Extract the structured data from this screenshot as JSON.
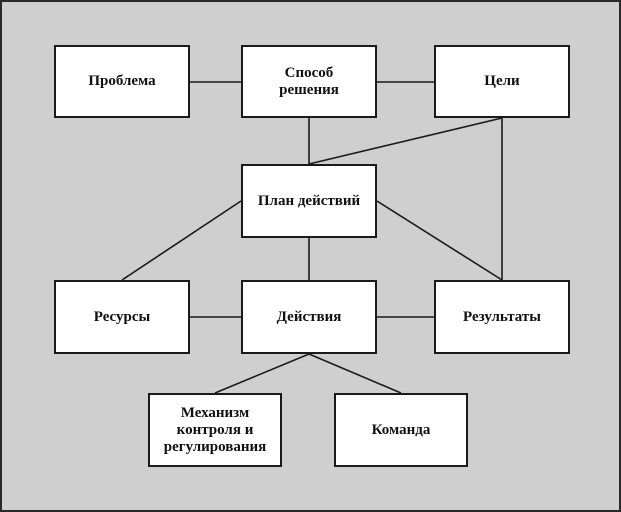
{
  "nodes": {
    "problem": "Проблема",
    "method": "Способ\nрешения",
    "goals": "Цели",
    "plan": "План действий",
    "resources": "Ресурсы",
    "actions": "Действия",
    "results": "Результаты",
    "control": "Механизм\nконтроля и\nрегулирования",
    "team": "Команда"
  },
  "edges": [
    [
      "problem",
      "method"
    ],
    [
      "method",
      "goals"
    ],
    [
      "method",
      "plan"
    ],
    [
      "goals",
      "plan"
    ],
    [
      "goals",
      "results"
    ],
    [
      "plan",
      "resources"
    ],
    [
      "plan",
      "actions"
    ],
    [
      "plan",
      "results"
    ],
    [
      "resources",
      "actions"
    ],
    [
      "actions",
      "results"
    ],
    [
      "actions",
      "control"
    ],
    [
      "actions",
      "team"
    ]
  ],
  "colors": {
    "background": "#cfcfcf",
    "node_fill": "#ffffff",
    "stroke": "#1a1a1a"
  }
}
